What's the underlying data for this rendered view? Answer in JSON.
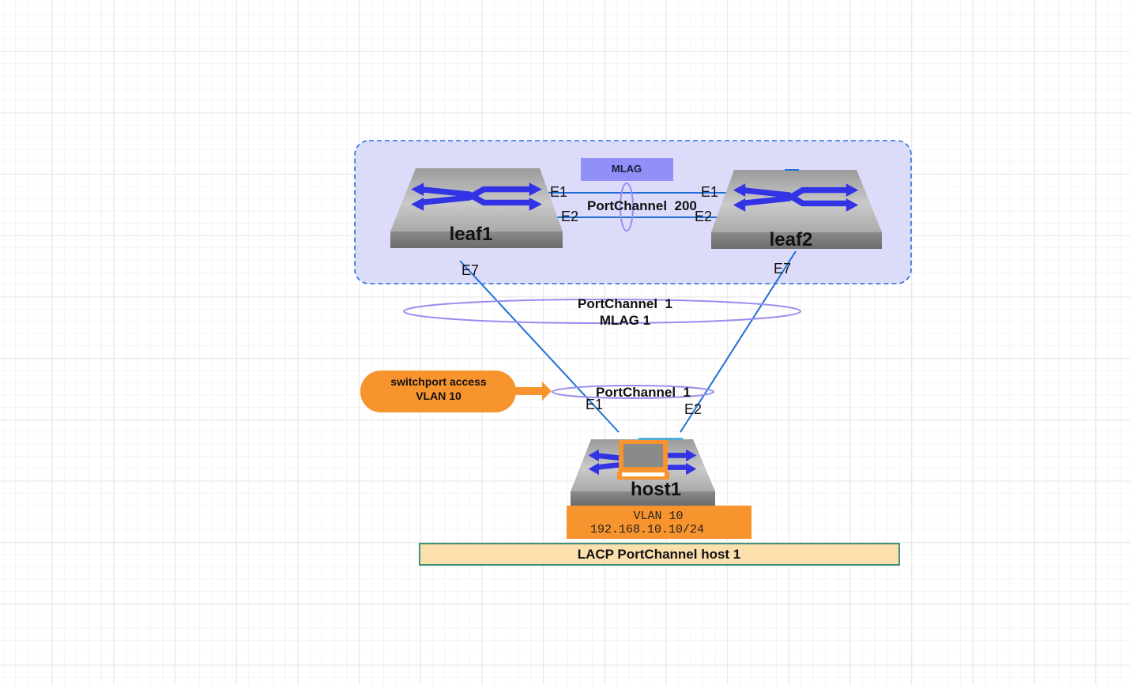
{
  "mlag_domain": {
    "badge": "MLAG"
  },
  "devices": {
    "leaf1": "leaf1",
    "leaf2": "leaf2",
    "host1": "host1"
  },
  "peer_link": {
    "label": "PortChannel  200",
    "leaf1_port_a": "E1",
    "leaf1_port_b": "E2",
    "leaf2_port_a": "E1",
    "leaf2_port_b": "E2"
  },
  "uplinks": {
    "leaf1_port": "E7",
    "leaf2_port": "E7",
    "bundle_line1": "PortChannel  1",
    "bundle_line2": "MLAG 1"
  },
  "host_bundle": {
    "label": "PortChannel  1",
    "port_1": "E1",
    "port_2": "E2"
  },
  "callout": {
    "line1": "switchport access",
    "line2": "VLAN 10"
  },
  "host_info": {
    "vlan": "VLAN 10",
    "ip": "192.168.10.10/24"
  },
  "footer_label": "LACP PortChannel host 1",
  "colors": {
    "domain_fill": "#dcdcfa",
    "domain_border": "#2a6fdb",
    "link": "#1f6fd6",
    "lag_ellipse": "#9a8cf0",
    "mlag_badge": "#9090f8",
    "callout": "#f7942e",
    "host_box": "#f7942e",
    "footer_fill": "#fbe0ae",
    "footer_border": "#127d5e",
    "switch_arrows": "#3333e6"
  },
  "icons": [
    "switch-icon",
    "laptop-icon"
  ]
}
